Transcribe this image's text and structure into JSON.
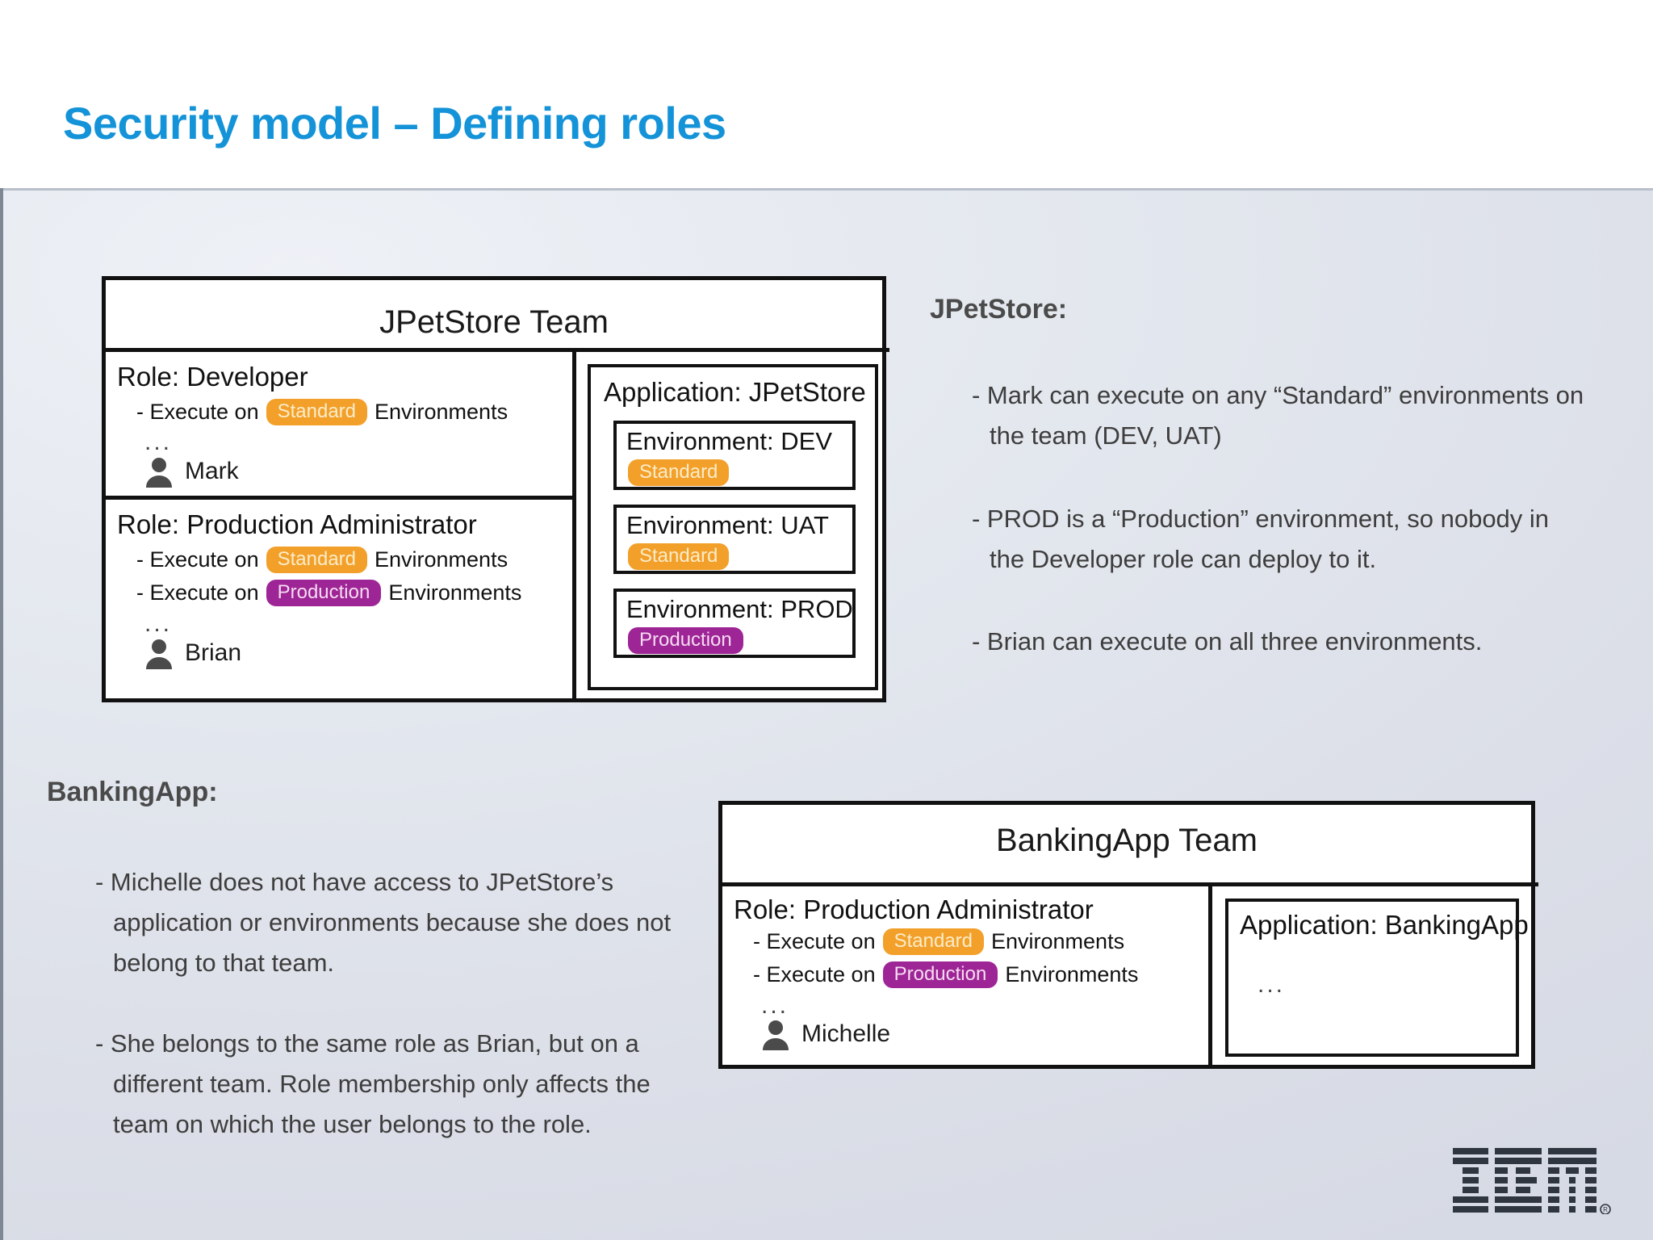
{
  "slide": {
    "title": "Security model – Defining roles",
    "title_color": "#1593D8"
  },
  "colors": {
    "standard_badge": "#F2A02A",
    "production_badge": "#9E2596",
    "box_border": "#111111",
    "background": "#dfe3ea"
  },
  "jpetstore_team": {
    "title": "JPetStore Team",
    "roles": [
      {
        "label": "Role:  Developer",
        "permissions": [
          {
            "prefix": "- Execute on",
            "badge": "Standard",
            "badge_kind": "standard",
            "suffix": "Environments"
          }
        ],
        "ellipsis": "...",
        "member": "Mark",
        "member_icon": "person-icon"
      },
      {
        "label": "Role:  Production Administrator",
        "permissions": [
          {
            "prefix": "- Execute on",
            "badge": "Standard",
            "badge_kind": "standard",
            "suffix": "Environments"
          },
          {
            "prefix": "- Execute on",
            "badge": "Production",
            "badge_kind": "production",
            "suffix": "Environments"
          }
        ],
        "ellipsis": "...",
        "member": "Brian",
        "member_icon": "person-icon"
      }
    ],
    "application": {
      "label": "Application: JPetStore",
      "environments": [
        {
          "label": "Environment: DEV",
          "badge": "Standard",
          "badge_kind": "standard"
        },
        {
          "label": "Environment: UAT",
          "badge": "Standard",
          "badge_kind": "standard"
        },
        {
          "label": "Environment: PROD",
          "badge": "Production",
          "badge_kind": "production"
        }
      ]
    }
  },
  "jpetstore_notes": {
    "heading": "JPetStore:",
    "items": [
      "- Mark can execute on any “Standard” environments on the team (DEV, UAT)",
      "- PROD is a “Production” environment, so nobody in the Developer role can deploy to it.",
      "- Brian can execute on all three environments."
    ]
  },
  "bankingapp_notes": {
    "heading": "BankingApp:",
    "items": [
      "- Michelle does not have access to JPetStore’s application or environments because she does not belong to that team.",
      "- She belongs to the same role as Brian, but on a different team. Role membership only affects the team on which the user belongs to the role."
    ]
  },
  "bankingapp_team": {
    "title": "BankingApp Team",
    "roles": [
      {
        "label": "Role:  Production Administrator",
        "permissions": [
          {
            "prefix": "- Execute on",
            "badge": "Standard",
            "badge_kind": "standard",
            "suffix": "Environments"
          },
          {
            "prefix": "- Execute on",
            "badge": "Production",
            "badge_kind": "production",
            "suffix": "Environments"
          }
        ],
        "ellipsis": "...",
        "member": "Michelle",
        "member_icon": "person-icon"
      }
    ],
    "application": {
      "label": "Application: BankingApp",
      "ellipsis": "...",
      "environments": []
    }
  },
  "footer": {
    "logo": "ibm-logo",
    "registered_mark": "®"
  }
}
